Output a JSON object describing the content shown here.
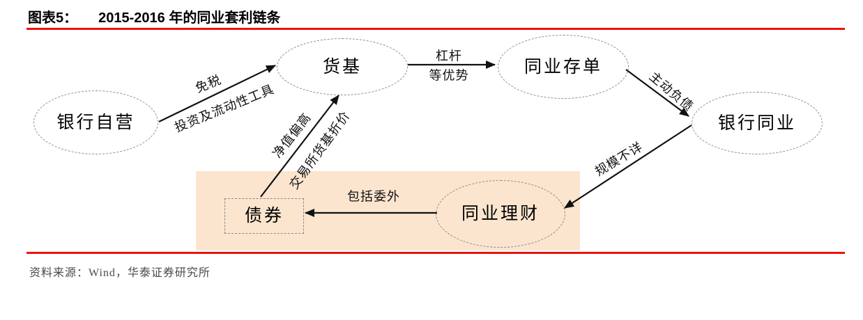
{
  "figure": {
    "label": "图表5：",
    "title": "2015-2016 年的同业套利链条"
  },
  "diagram": {
    "nodes": {
      "bank_proprietary": "银行自营",
      "money_fund": "货基",
      "interbank_ncd": "同业存单",
      "bank_interbank": "银行同业",
      "interbank_wm": "同业理财",
      "bonds": "债券"
    },
    "edge_labels": {
      "tax_free": "免税",
      "investment_liquidity_tool": "投资及流动性工具",
      "leverage": "杠杆",
      "advantages": "等优势",
      "active_liability": "主动负债",
      "scale_unknown": "规模不详",
      "nav_high": "净值偏高",
      "exchange_mf_discount": "交易所货基折价",
      "includes_outsourcing": "包括委外"
    }
  },
  "source": {
    "text": "资料来源：Wind，华泰证券研究所"
  },
  "colors": {
    "rule_red": "#ee1111",
    "highlight_fill": "#fbe5cf"
  }
}
